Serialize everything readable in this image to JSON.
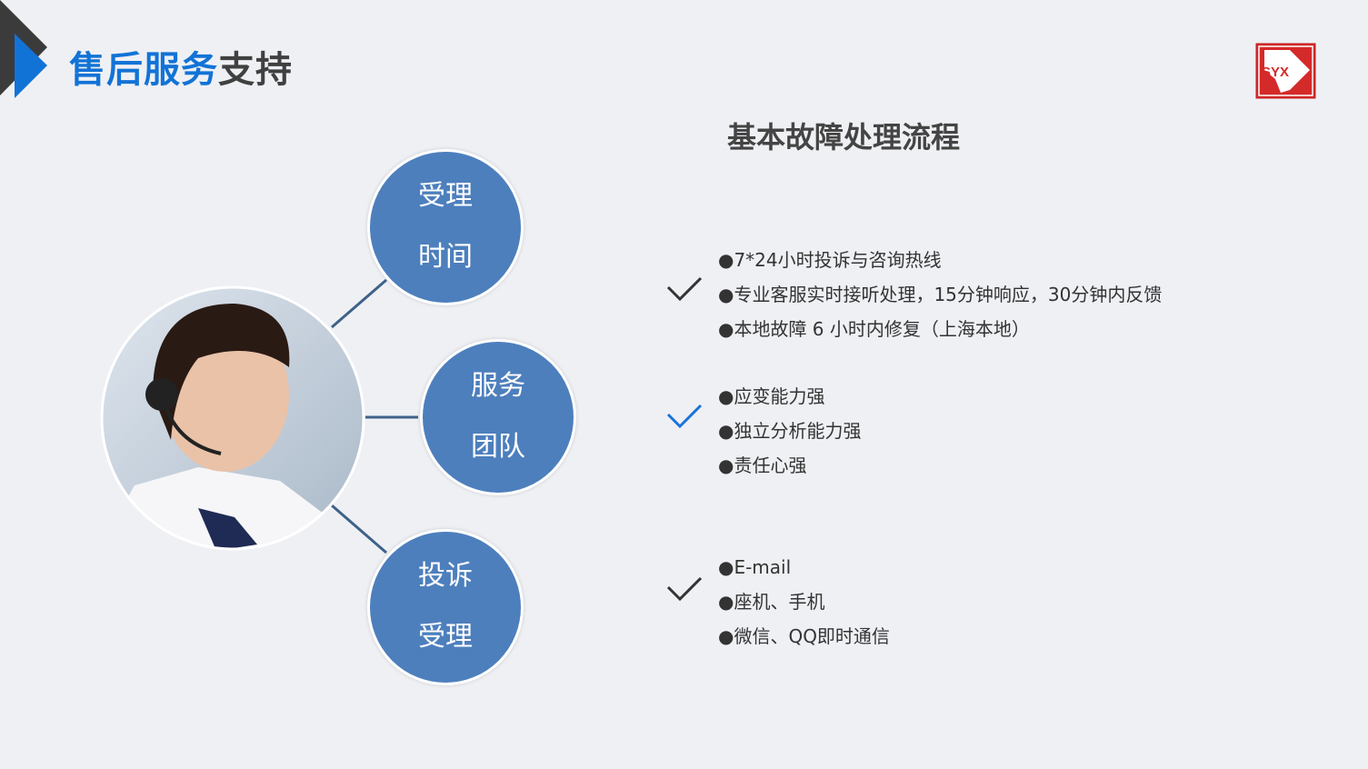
{
  "header": {
    "title_blue": "售后服务",
    "title_dark": "支持",
    "logo_text": "SYX"
  },
  "subtitle": "基本故障处理流程",
  "nodes": [
    {
      "line1": "受理",
      "line2": "时间"
    },
    {
      "line1": "服务",
      "line2": "团队"
    },
    {
      "line1": "投诉",
      "line2": "受理"
    }
  ],
  "groups": [
    {
      "check_color": "#333333",
      "items": [
        "●7*24小时投诉与咨询热线",
        "●专业客服实时接听处理，15分钟响应，30分钟内反馈",
        "●本地故障 6 小时内修复（上海本地）"
      ]
    },
    {
      "check_color": "#1a73d9",
      "items": [
        "●应变能力强",
        "●独立分析能力强",
        "●责任心强"
      ]
    },
    {
      "check_color": "#333333",
      "items": [
        "●E-mail",
        "●座机、手机",
        "●微信、QQ即时通信"
      ]
    }
  ],
  "colors": {
    "accent": "#1273d6",
    "node": "#4d7fbd",
    "logo": "#d42a2a"
  }
}
